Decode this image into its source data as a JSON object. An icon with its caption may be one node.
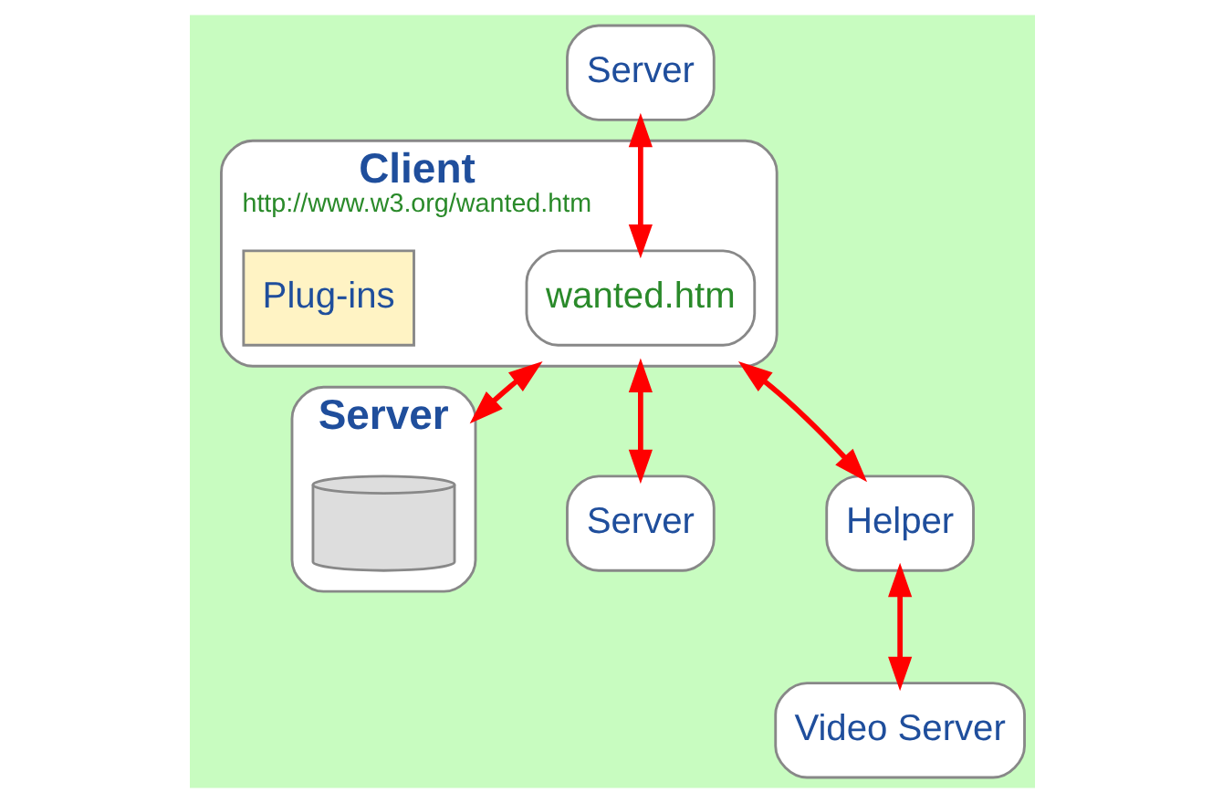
{
  "diagram": {
    "nodes": [
      {
        "text": [
          "Client",
          "http://www.w3.org/wanted.htm"
        ]
      },
      {
        "text": [
          "Plug-ins"
        ],
        "in": 0
      },
      {
        "text": [
          "wanted.htm"
        ],
        "in": 0
      },
      {
        "text": [
          "Server"
        ]
      },
      {
        "text": [
          "Server"
        ]
      },
      {
        "text": [],
        "shape": "cylinder",
        "in": 4
      },
      {
        "text": [
          "Server"
        ]
      },
      {
        "text": [
          "Helper"
        ]
      },
      {
        "text": [
          "Video Server"
        ]
      }
    ],
    "edges": [
      {
        "from": 3,
        "to": 2,
        "arrow": "both"
      },
      {
        "from": 0,
        "to": 4,
        "arrow": "both"
      },
      {
        "from": 0,
        "to": 6,
        "arrow": "both"
      },
      {
        "from": 0,
        "to": 7,
        "arrow": "both"
      },
      {
        "from": 7,
        "to": 8,
        "arrow": "both"
      }
    ]
  }
}
